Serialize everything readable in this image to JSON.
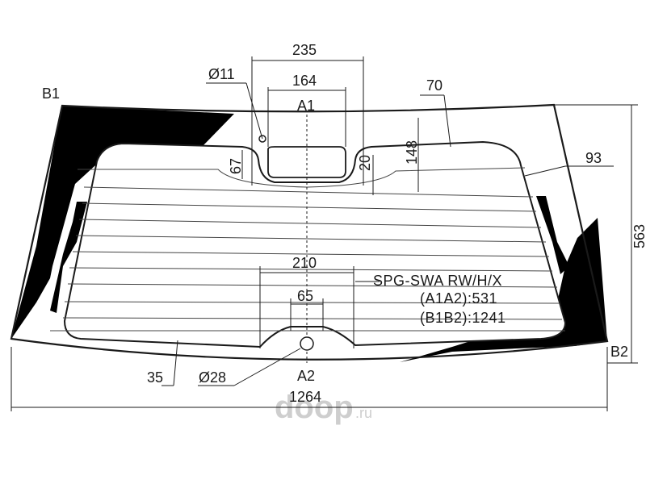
{
  "diagram": {
    "points": {
      "b1": "B1",
      "a1": "A1",
      "b2": "B2",
      "a2": "A2"
    },
    "dimensions": {
      "overall_width": "1264",
      "height": "563",
      "top_width": "235",
      "notch_width": "164",
      "bottom_width": "210",
      "bottom_notch_width": "65",
      "vertical_148": "148",
      "vertical_67": "67",
      "vertical_20": "20",
      "side_93": "93",
      "top_70": "70",
      "bottom_35": "35",
      "hole_top": "Ø11",
      "hole_bottom": "Ø28"
    },
    "spec": {
      "code": "SPG-SWA RW/H/X",
      "a1a2": "(A1A2):531",
      "b1b2": "(B1B2):1241"
    },
    "colors": {
      "line": "#1a1a1a",
      "fill": "#000000",
      "watermark": "#c9c9c9"
    }
  },
  "watermark": {
    "text": "doop",
    "suffix": ".ru"
  }
}
